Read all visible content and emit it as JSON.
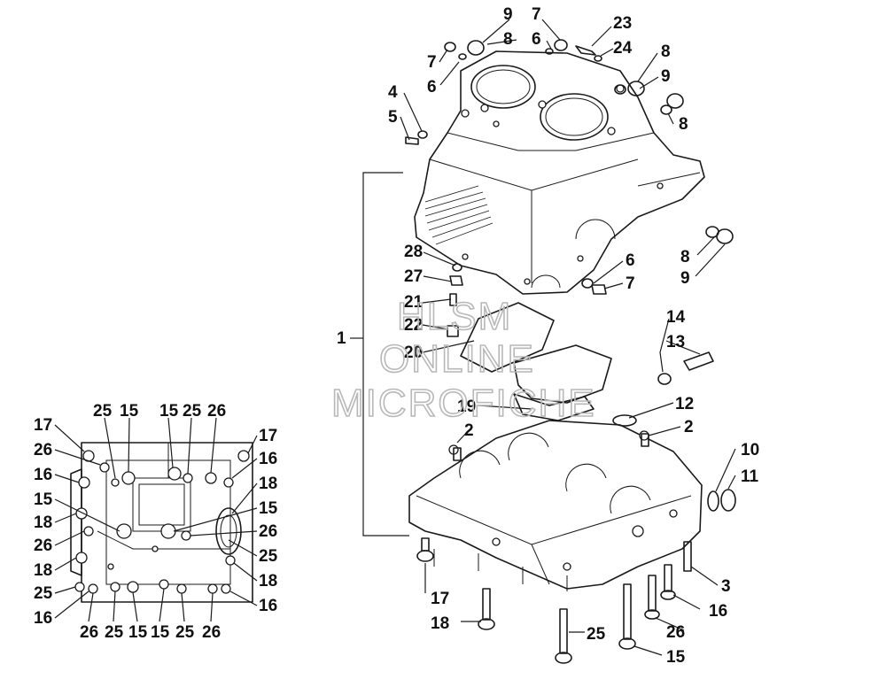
{
  "watermark": {
    "line1": "HLSM",
    "line2": "ONLINE",
    "line3": "MICROFICHE"
  },
  "callouts": {
    "main": [
      {
        "id": "c9a",
        "label": "9"
      },
      {
        "id": "c7a",
        "label": "7"
      },
      {
        "id": "c8a",
        "label": "8"
      },
      {
        "id": "c6a",
        "label": "6"
      },
      {
        "id": "c23",
        "label": "23"
      },
      {
        "id": "c24",
        "label": "24"
      },
      {
        "id": "c7b",
        "label": "7"
      },
      {
        "id": "c6b",
        "label": "6"
      },
      {
        "id": "c8b",
        "label": "8"
      },
      {
        "id": "c9b",
        "label": "9"
      },
      {
        "id": "c8c",
        "label": "8"
      },
      {
        "id": "c4",
        "label": "4"
      },
      {
        "id": "c5",
        "label": "5"
      },
      {
        "id": "c1",
        "label": "1"
      },
      {
        "id": "c28",
        "label": "28"
      },
      {
        "id": "c27",
        "label": "27"
      },
      {
        "id": "c21",
        "label": "21"
      },
      {
        "id": "c22",
        "label": "22"
      },
      {
        "id": "c20",
        "label": "20"
      },
      {
        "id": "c6c",
        "label": "6"
      },
      {
        "id": "c7c",
        "label": "7"
      },
      {
        "id": "c8d",
        "label": "8"
      },
      {
        "id": "c9c",
        "label": "9"
      },
      {
        "id": "c14",
        "label": "14"
      },
      {
        "id": "c13",
        "label": "13"
      },
      {
        "id": "c19",
        "label": "19"
      },
      {
        "id": "c12",
        "label": "12"
      },
      {
        "id": "c2a",
        "label": "2"
      },
      {
        "id": "c2b",
        "label": "2"
      },
      {
        "id": "c10",
        "label": "10"
      },
      {
        "id": "c11",
        "label": "11"
      },
      {
        "id": "c3",
        "label": "3"
      },
      {
        "id": "c16m",
        "label": "16"
      },
      {
        "id": "c17m",
        "label": "17"
      },
      {
        "id": "c18m",
        "label": "18"
      },
      {
        "id": "c25m",
        "label": "25"
      },
      {
        "id": "c26m",
        "label": "26"
      },
      {
        "id": "c15m",
        "label": "15"
      }
    ],
    "inset": [
      {
        "id": "i25a",
        "label": "25"
      },
      {
        "id": "i15a",
        "label": "15"
      },
      {
        "id": "i15b",
        "label": "15"
      },
      {
        "id": "i25b",
        "label": "25"
      },
      {
        "id": "i26a",
        "label": "26"
      },
      {
        "id": "i17a",
        "label": "17"
      },
      {
        "id": "i26b",
        "label": "26"
      },
      {
        "id": "i16a",
        "label": "16"
      },
      {
        "id": "i15c",
        "label": "15"
      },
      {
        "id": "i18a",
        "label": "18"
      },
      {
        "id": "i26c",
        "label": "26"
      },
      {
        "id": "i18b",
        "label": "18"
      },
      {
        "id": "i25c",
        "label": "25"
      },
      {
        "id": "i16b",
        "label": "16"
      },
      {
        "id": "i17b",
        "label": "17"
      },
      {
        "id": "i16c",
        "label": "16"
      },
      {
        "id": "i18c",
        "label": "18"
      },
      {
        "id": "i15d",
        "label": "15"
      },
      {
        "id": "i26d",
        "label": "26"
      },
      {
        "id": "i25d",
        "label": "25"
      },
      {
        "id": "i18d",
        "label": "18"
      },
      {
        "id": "i16d",
        "label": "16"
      },
      {
        "id": "i26e",
        "label": "26"
      },
      {
        "id": "i25e",
        "label": "25"
      },
      {
        "id": "i15e",
        "label": "15"
      },
      {
        "id": "i15f",
        "label": "15"
      },
      {
        "id": "i25f",
        "label": "25"
      },
      {
        "id": "i26f",
        "label": "26"
      }
    ]
  }
}
